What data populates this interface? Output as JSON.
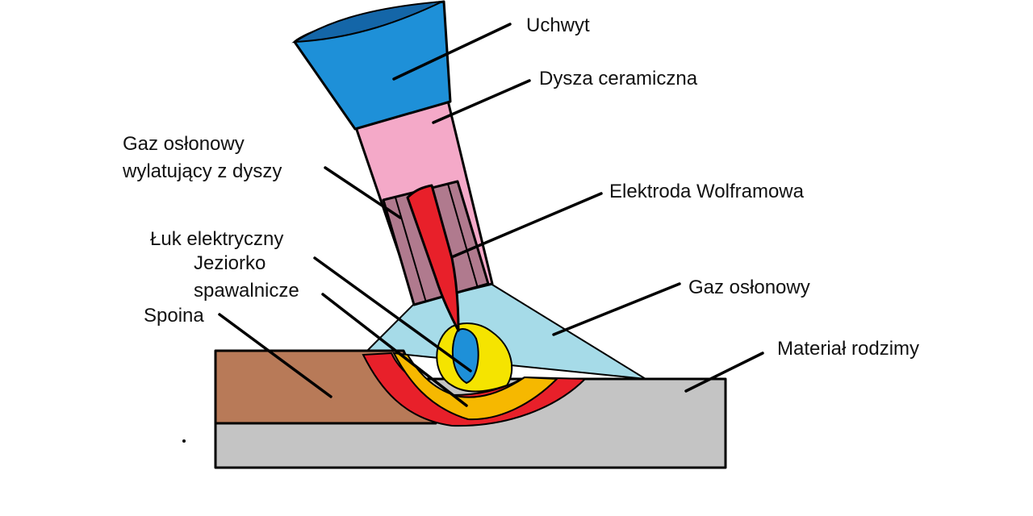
{
  "labels": {
    "uchwyt": "Uchwyt",
    "dysza": "Dysza ceramiczna",
    "gaz_wylot_1": "Gaz osłonowy",
    "gaz_wylot_2": "wylatujący z dyszy",
    "elektroda": "Elektroda Wolframowa",
    "luk": "Łuk elektryczny",
    "jeziorko_1": "Jeziorko",
    "jeziorko_2": "spawalnicze",
    "spoina": "Spoina",
    "gaz": "Gaz osłonowy",
    "material": "Materiał rodzimy"
  },
  "colors": {
    "handle": "#1e90d8",
    "handle_top": "#1466a8",
    "nozzle": "#f4a9c8",
    "gas_cup": "#b07a8e",
    "electrode": "#e8202a",
    "shield_gas": "#a6dbe8",
    "arc": "#1e90d8",
    "weld_pool": "#f5e400",
    "weld_bead": "#f6b800",
    "weld_outer": "#e8202a",
    "base_top": "#b87a58",
    "base_bottom": "#c4c4c4"
  }
}
